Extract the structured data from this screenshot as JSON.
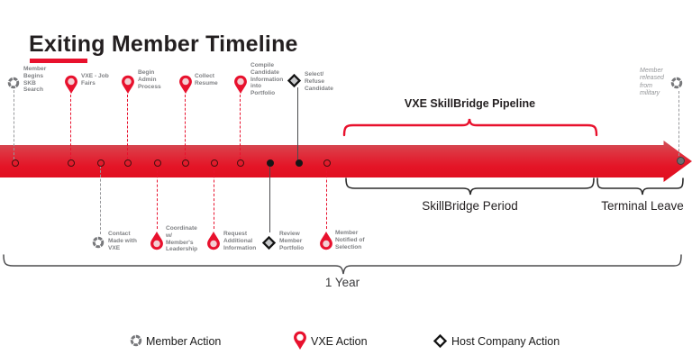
{
  "title": {
    "text": "Exiting Member Timeline"
  },
  "events_above": [
    {
      "label": "Member\nBegins\nSKB\nSearch",
      "type": "member-action"
    },
    {
      "label": "VXE - Job\nFairs",
      "type": "vxe-action"
    },
    {
      "label": "Begin\nAdmin\nProcess",
      "type": "vxe-action"
    },
    {
      "label": "Collect\nResume",
      "type": "vxe-action"
    },
    {
      "label": "Compile\nCandidate\nInformation\ninto\nPortfolio",
      "type": "vxe-action"
    },
    {
      "label": "Select/\nRefuse\nCandidate",
      "type": "host-company-action"
    }
  ],
  "events_below": [
    {
      "label": "Contact\nMade with\nVXE",
      "type": "member-action"
    },
    {
      "label": "Coordinate\nw/\nMember's\nLeadership",
      "type": "vxe-action"
    },
    {
      "label": "Request\nAdditional\nInformation",
      "type": "vxe-action"
    },
    {
      "label": "Review\nMember\nPortfolio",
      "type": "host-company-action"
    },
    {
      "label": "Member\nNotified of\nSelection",
      "type": "vxe-action"
    }
  ],
  "end_marker": {
    "label": "Member\nreleased\nfrom\nmilitary",
    "type": "member-action"
  },
  "braces": {
    "pipeline": "VXE SkillBridge Pipeline",
    "skillbridge": "SkillBridge Period",
    "terminal": "Terminal Leave",
    "year": "1 Year"
  },
  "legend": {
    "member": "Member Action",
    "vxe": "VXE Action",
    "host": "Host Company Action"
  },
  "colors": {
    "accent_red": "#e8112d",
    "label_gray": "#808285",
    "text_black": "#231f20"
  }
}
